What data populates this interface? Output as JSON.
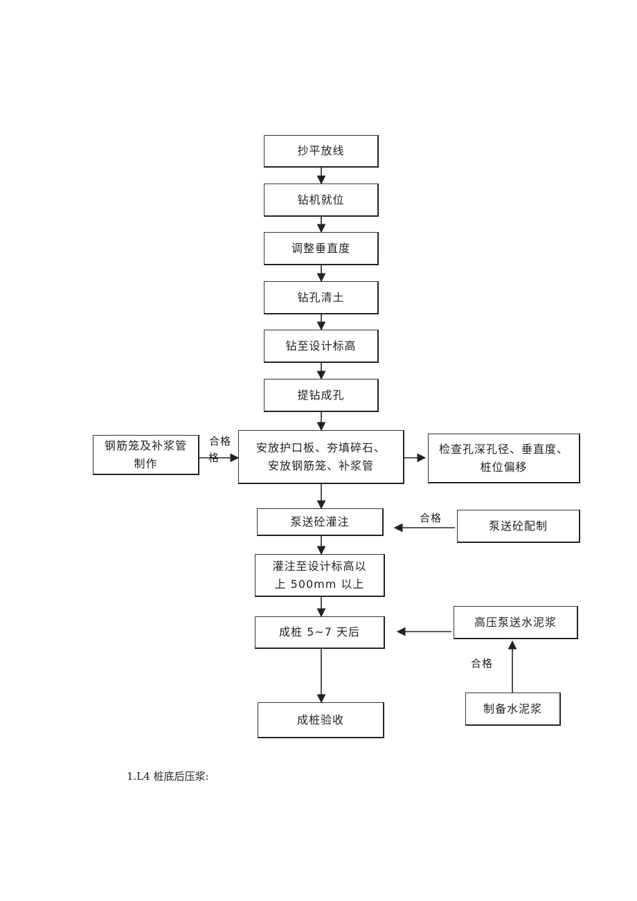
{
  "flow": {
    "s1": "抄平放线",
    "s2": "钻机就位",
    "s3": "调整垂直度",
    "s4": "钻孔清土",
    "s5": "钻至设计标高",
    "s6": "提钻成孔",
    "s7_line1": "安放护口板、夯填碎石、",
    "s7_line2": "安放钢筋笼、补浆管",
    "s8": "泵送砼灌注",
    "s9_line1": "灌注至设计标高以",
    "s9_line2": "上 500mm 以上",
    "s10": "成桩 5~7 天后",
    "s11": "成桩验收"
  },
  "side": {
    "cage_line1": "钢筋笼及补浆管",
    "cage_line2": "制作",
    "check_line1": "检查孔深孔径、垂直度、",
    "check_line2": "桩位偏移",
    "concrete_prep": "泵送砼配制",
    "hp_grout": "高压泵送水泥浆",
    "make_grout": "制备水泥浆"
  },
  "labels": {
    "pass_cage_1": "合格",
    "pass_cage_2": "格",
    "pass_concrete": "合格",
    "pass_grout": "合格"
  },
  "caption": "1.L4 桩底后压浆:"
}
